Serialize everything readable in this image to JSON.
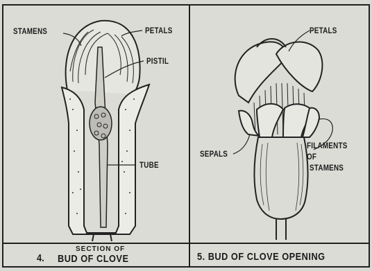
{
  "left_figure": {
    "labels": {
      "stamens": "STAMENS",
      "petals": "PETALS",
      "pistil": "PISTIL",
      "tube": "TUBE"
    },
    "caption": {
      "number": "4.",
      "line1": "SECTION OF",
      "line2": "BUD OF CLOVE"
    }
  },
  "right_figure": {
    "labels": {
      "petals": "PETALS",
      "sepals": "SEPALS",
      "filaments_line1": "FILAMENTS",
      "filaments_line2": "OF",
      "filaments_line3": "STAMENS"
    },
    "caption": {
      "text": "5. BUD OF CLOVE OPENING"
    }
  }
}
